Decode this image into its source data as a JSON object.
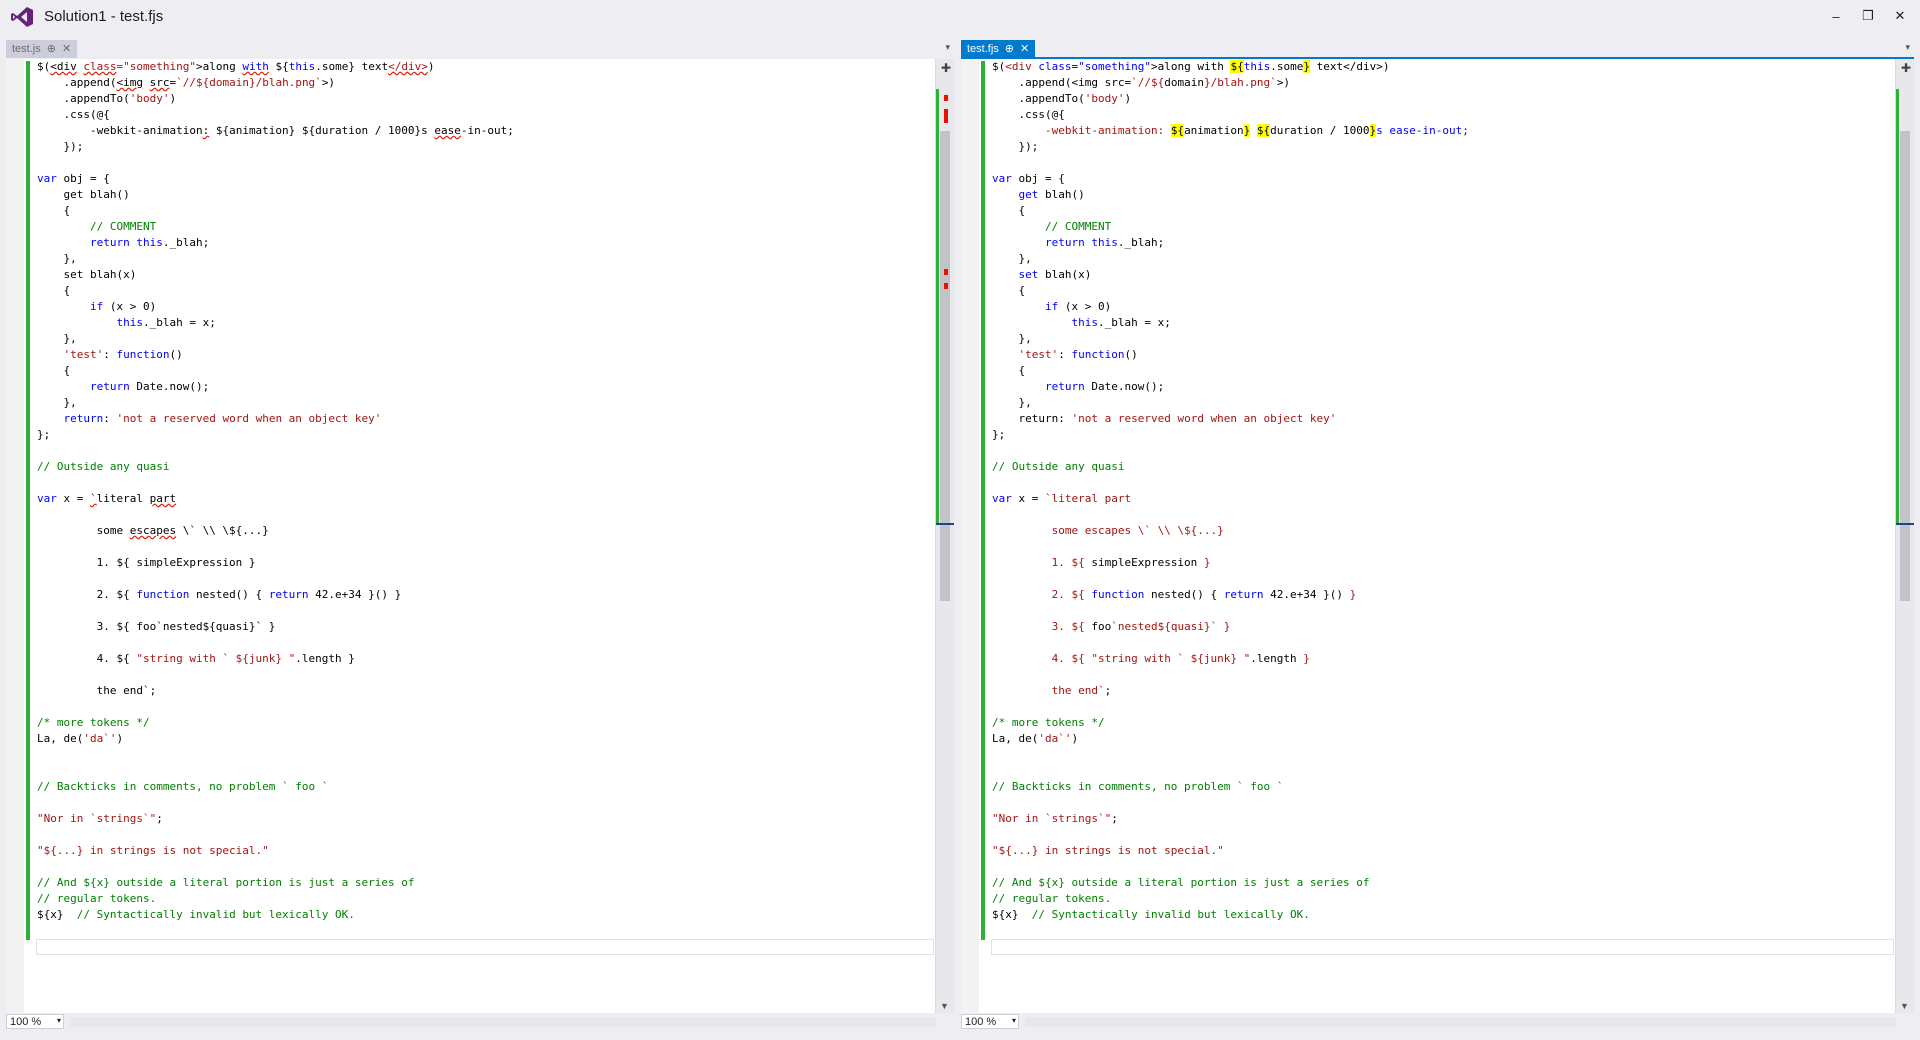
{
  "window": {
    "title": "Solution1 - test.fjs",
    "minimize_glyph": "‒",
    "restore_glyph": "❐",
    "close_glyph": "✕"
  },
  "left_pane": {
    "tab_label": "test.js",
    "zoom_value": "100 %"
  },
  "right_pane": {
    "tab_label": "test.fjs",
    "zoom_value": "100 %"
  },
  "icons": {
    "pin": "⊕",
    "close": "✕",
    "dropdown": "▾",
    "split": "✚",
    "scroll_down": "▼"
  },
  "colors": {
    "accent": "#007acc",
    "keyword": "#0000ff",
    "string": "#a31515",
    "comment": "#008000",
    "change_bar": "#2fb039",
    "error_mark": "#e51400",
    "highlight": "#ffff00"
  },
  "left_code_lines": [
    [
      [
        "",
        "$("
      ],
      [
        "sq",
        "<div"
      ],
      [
        "",
        " "
      ],
      [
        "st sq",
        "class"
      ],
      [
        "st",
        "=\"something\""
      ],
      [
        "",
        ">along "
      ],
      [
        "kw sq",
        "with"
      ],
      [
        "",
        " ${"
      ],
      [
        "kw",
        "this"
      ],
      [
        "",
        ".some} text"
      ],
      [
        "st sq",
        "</div>"
      ],
      [
        "",
        ")"
      ]
    ],
    [
      [
        "",
        "    .append("
      ],
      [
        "sq",
        "<img"
      ],
      [
        "",
        " "
      ],
      [
        "sq",
        "src"
      ],
      [
        "",
        "="
      ],
      [
        "st",
        "`//${domain}/blah.png`"
      ],
      [
        "",
        ">)"
      ]
    ],
    [
      [
        "",
        "    .appendTo("
      ],
      [
        "st",
        "'body'"
      ],
      [
        "",
        ")"
      ]
    ],
    [
      [
        "",
        "    .css(@{"
      ]
    ],
    [
      [
        "",
        "        -webkit-animation"
      ],
      [
        "sq",
        ":"
      ],
      [
        "",
        " ${animation} ${duration / 1000}s "
      ],
      [
        "sq",
        "ease"
      ],
      [
        "",
        "-in-out;"
      ]
    ],
    [
      [
        "",
        "    });"
      ]
    ],
    [
      [
        "",
        ""
      ]
    ],
    [
      [
        "kw",
        "var"
      ],
      [
        "",
        " obj = {"
      ]
    ],
    [
      [
        "",
        "    get blah()"
      ]
    ],
    [
      [
        "",
        "    {"
      ]
    ],
    [
      [
        "cm",
        "        // COMMENT"
      ]
    ],
    [
      [
        "",
        "        "
      ],
      [
        "kw",
        "return"
      ],
      [
        "",
        " "
      ],
      [
        "kw",
        "this"
      ],
      [
        "",
        "._blah;"
      ]
    ],
    [
      [
        "",
        "    },"
      ]
    ],
    [
      [
        "",
        "    set blah(x)"
      ]
    ],
    [
      [
        "",
        "    {"
      ]
    ],
    [
      [
        "",
        "        "
      ],
      [
        "kw",
        "if"
      ],
      [
        "",
        " (x > 0)"
      ]
    ],
    [
      [
        "",
        "            "
      ],
      [
        "kw",
        "this"
      ],
      [
        "",
        "._blah = x;"
      ]
    ],
    [
      [
        "",
        "    },"
      ]
    ],
    [
      [
        "",
        "    "
      ],
      [
        "st",
        "'test'"
      ],
      [
        "",
        ": "
      ],
      [
        "kw",
        "function"
      ],
      [
        "",
        "()"
      ]
    ],
    [
      [
        "",
        "    {"
      ]
    ],
    [
      [
        "",
        "        "
      ],
      [
        "kw",
        "return"
      ],
      [
        "",
        " Date.now();"
      ]
    ],
    [
      [
        "",
        "    },"
      ]
    ],
    [
      [
        "",
        "    "
      ],
      [
        "kw",
        "return"
      ],
      [
        "",
        ": "
      ],
      [
        "st",
        "'not a reserved word when an object key'"
      ]
    ],
    [
      [
        "",
        "};"
      ]
    ],
    [
      [
        "",
        ""
      ]
    ],
    [
      [
        "cm",
        "// Outside any quasi"
      ]
    ],
    [
      [
        "",
        ""
      ]
    ],
    [
      [
        "kw",
        "var"
      ],
      [
        "",
        " x = "
      ],
      [
        "sq",
        "`"
      ],
      [
        "",
        "literal "
      ],
      [
        "sq",
        "part"
      ]
    ],
    [
      [
        "",
        ""
      ]
    ],
    [
      [
        "",
        "         some "
      ],
      [
        "sq",
        "escapes"
      ],
      [
        "",
        " \\` \\\\ \\${...}"
      ]
    ],
    [
      [
        "",
        ""
      ]
    ],
    [
      [
        "",
        "         1. ${ simpleExpression }"
      ]
    ],
    [
      [
        "",
        ""
      ]
    ],
    [
      [
        "",
        "         2. ${ "
      ],
      [
        "kw",
        "function"
      ],
      [
        "",
        " nested() { "
      ],
      [
        "kw",
        "return"
      ],
      [
        "",
        " 42.e+34 }() }"
      ]
    ],
    [
      [
        "",
        ""
      ]
    ],
    [
      [
        "",
        "         3. ${ foo`nested${quasi}` }"
      ]
    ],
    [
      [
        "",
        ""
      ]
    ],
    [
      [
        "",
        "         4. ${ "
      ],
      [
        "st",
        "\"string with ` ${junk} \""
      ],
      [
        "",
        ".length }"
      ]
    ],
    [
      [
        "",
        ""
      ]
    ],
    [
      [
        "",
        "         the end`;"
      ]
    ],
    [
      [
        "",
        ""
      ]
    ],
    [
      [
        "cm",
        "/* more tokens */"
      ]
    ],
    [
      [
        "",
        "La, de("
      ],
      [
        "st",
        "'da`'"
      ],
      [
        "",
        ")"
      ]
    ],
    [
      [
        "",
        ""
      ]
    ],
    [
      [
        "",
        ""
      ]
    ],
    [
      [
        "cm",
        "// Backticks in comments, no problem ` foo `"
      ]
    ],
    [
      [
        "",
        ""
      ]
    ],
    [
      [
        "st",
        "\"Nor in `strings`\""
      ],
      [
        "",
        ";"
      ]
    ],
    [
      [
        "",
        ""
      ]
    ],
    [
      [
        "st",
        "\"${...} in strings is not special.\""
      ]
    ],
    [
      [
        "",
        ""
      ]
    ],
    [
      [
        "cm",
        "// And ${x} outside a literal portion is just a series of"
      ]
    ],
    [
      [
        "cm",
        "// regular tokens."
      ]
    ],
    [
      [
        "",
        "${x}  "
      ],
      [
        "cm",
        "// Syntactically invalid but lexically OK."
      ]
    ]
  ],
  "right_code_lines": [
    [
      [
        "",
        "$("
      ],
      [
        "st",
        "<div "
      ],
      [
        "kw",
        "class"
      ],
      [
        "",
        "="
      ],
      [
        "kw",
        "\"something\""
      ],
      [
        "",
        ">along with "
      ],
      [
        "hl",
        "${"
      ],
      [
        "kw",
        "this"
      ],
      [
        "",
        ".some"
      ],
      [
        "hl",
        "}"
      ],
      [
        "",
        " text</div>)"
      ]
    ],
    [
      [
        "",
        "    .append(<img src="
      ],
      [
        "st",
        "`//${"
      ],
      [
        "",
        "domain"
      ],
      [
        "st",
        "}/blah.png`"
      ],
      [
        "",
        ">)"
      ]
    ],
    [
      [
        "",
        "    .appendTo("
      ],
      [
        "st",
        "'body'"
      ],
      [
        "",
        ")"
      ]
    ],
    [
      [
        "",
        "    .css(@{"
      ]
    ],
    [
      [
        "st",
        "        -webkit-animation: "
      ],
      [
        "hl",
        "${"
      ],
      [
        "",
        "animation"
      ],
      [
        "hl",
        "}"
      ],
      [
        "",
        " "
      ],
      [
        "hl",
        "${"
      ],
      [
        "",
        "duration / 1000"
      ],
      [
        "hl",
        "}"
      ],
      [
        "kw",
        "s ease-in-out;"
      ]
    ],
    [
      [
        "",
        "    });"
      ]
    ],
    [
      [
        "",
        ""
      ]
    ],
    [
      [
        "kw",
        "var"
      ],
      [
        "",
        " obj = {"
      ]
    ],
    [
      [
        "",
        "    "
      ],
      [
        "kw",
        "get"
      ],
      [
        "",
        " blah()"
      ]
    ],
    [
      [
        "",
        "    {"
      ]
    ],
    [
      [
        "cm",
        "        // COMMENT"
      ]
    ],
    [
      [
        "",
        "        "
      ],
      [
        "kw",
        "return"
      ],
      [
        "",
        " "
      ],
      [
        "kw",
        "this"
      ],
      [
        "",
        "._blah;"
      ]
    ],
    [
      [
        "",
        "    },"
      ]
    ],
    [
      [
        "",
        "    "
      ],
      [
        "kw",
        "set"
      ],
      [
        "",
        " blah(x)"
      ]
    ],
    [
      [
        "",
        "    {"
      ]
    ],
    [
      [
        "",
        "        "
      ],
      [
        "kw",
        "if"
      ],
      [
        "",
        " (x > 0)"
      ]
    ],
    [
      [
        "",
        "            "
      ],
      [
        "kw",
        "this"
      ],
      [
        "",
        "._blah = x;"
      ]
    ],
    [
      [
        "",
        "    },"
      ]
    ],
    [
      [
        "",
        "    "
      ],
      [
        "st",
        "'test'"
      ],
      [
        "",
        ": "
      ],
      [
        "kw",
        "function"
      ],
      [
        "",
        "()"
      ]
    ],
    [
      [
        "",
        "    {"
      ]
    ],
    [
      [
        "",
        "        "
      ],
      [
        "kw",
        "return"
      ],
      [
        "",
        " Date.now();"
      ]
    ],
    [
      [
        "",
        "    },"
      ]
    ],
    [
      [
        "",
        "    return: "
      ],
      [
        "st",
        "'not a reserved word when an object key'"
      ]
    ],
    [
      [
        "",
        "};"
      ]
    ],
    [
      [
        "",
        ""
      ]
    ],
    [
      [
        "cm",
        "// Outside any quasi"
      ]
    ],
    [
      [
        "",
        ""
      ]
    ],
    [
      [
        "kw",
        "var"
      ],
      [
        "",
        " x = "
      ],
      [
        "st",
        "`literal part"
      ]
    ],
    [
      [
        "",
        ""
      ]
    ],
    [
      [
        "st",
        "         some escapes \\` \\\\ \\${...}"
      ]
    ],
    [
      [
        "",
        ""
      ]
    ],
    [
      [
        "st",
        "         1. ${ "
      ],
      [
        "",
        "simpleExpression"
      ],
      [
        "st",
        " }"
      ]
    ],
    [
      [
        "",
        ""
      ]
    ],
    [
      [
        "st",
        "         2. ${ "
      ],
      [
        "kw",
        "function"
      ],
      [
        "",
        " nested() { "
      ],
      [
        "kw",
        "return"
      ],
      [
        "",
        " 42.e+34 }() "
      ],
      [
        "st",
        "}"
      ]
    ],
    [
      [
        "",
        ""
      ]
    ],
    [
      [
        "st",
        "         3. ${ "
      ],
      [
        "",
        "foo"
      ],
      [
        "st",
        "`nested${quasi}`"
      ],
      [
        "st",
        " }"
      ]
    ],
    [
      [
        "",
        ""
      ]
    ],
    [
      [
        "st",
        "         4. ${ "
      ],
      [
        "st",
        "\"string with ` ${junk} \""
      ],
      [
        "",
        ".length "
      ],
      [
        "st",
        "}"
      ]
    ],
    [
      [
        "",
        ""
      ]
    ],
    [
      [
        "st",
        "         the end`"
      ],
      [
        "",
        ";"
      ]
    ],
    [
      [
        "",
        ""
      ]
    ],
    [
      [
        "cm",
        "/* more tokens */"
      ]
    ],
    [
      [
        "",
        "La, de("
      ],
      [
        "st",
        "'da`'"
      ],
      [
        "",
        ")"
      ]
    ],
    [
      [
        "",
        ""
      ]
    ],
    [
      [
        "",
        ""
      ]
    ],
    [
      [
        "cm",
        "// Backticks in comments, no problem ` foo `"
      ]
    ],
    [
      [
        "",
        ""
      ]
    ],
    [
      [
        "st",
        "\"Nor in `strings`\""
      ],
      [
        "",
        ";"
      ]
    ],
    [
      [
        "",
        ""
      ]
    ],
    [
      [
        "st",
        "\"${...} in strings is not special.\""
      ]
    ],
    [
      [
        "",
        ""
      ]
    ],
    [
      [
        "cm",
        "// And ${x} outside a literal portion is just a series of"
      ]
    ],
    [
      [
        "cm",
        "// regular tokens."
      ]
    ],
    [
      [
        "",
        "${x}  "
      ],
      [
        "cm",
        "// Syntactically invalid but lexically OK."
      ]
    ]
  ]
}
